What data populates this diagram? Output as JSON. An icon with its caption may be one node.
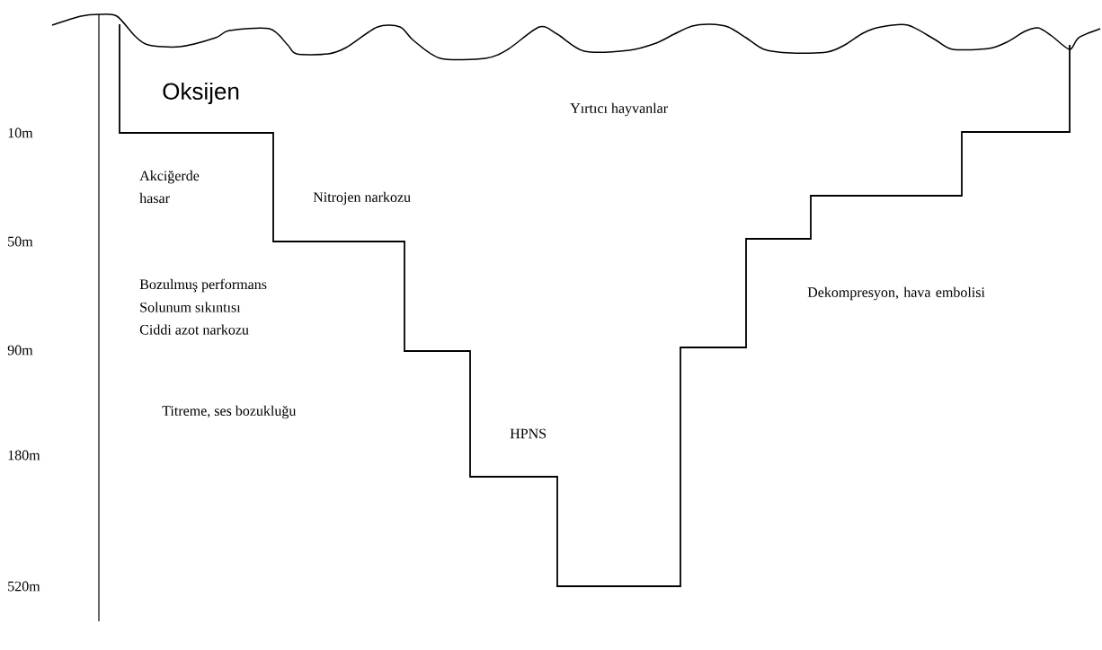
{
  "diagram": {
    "labels": [
      "Oksijen",
      "Yırtıcı hayvanlar",
      "10m",
      "Akciğerde hasar",
      "Nitrojen narkozu",
      "50m",
      "Bozulmuş performans",
      "Solunum sıkıntısı",
      "Ciddi azot narkozu",
      "Dekompresyon, hava embolisi",
      "90m",
      "Titreme, ses bozukluğu",
      "HPNS",
      "180m",
      "520m"
    ]
  }
}
